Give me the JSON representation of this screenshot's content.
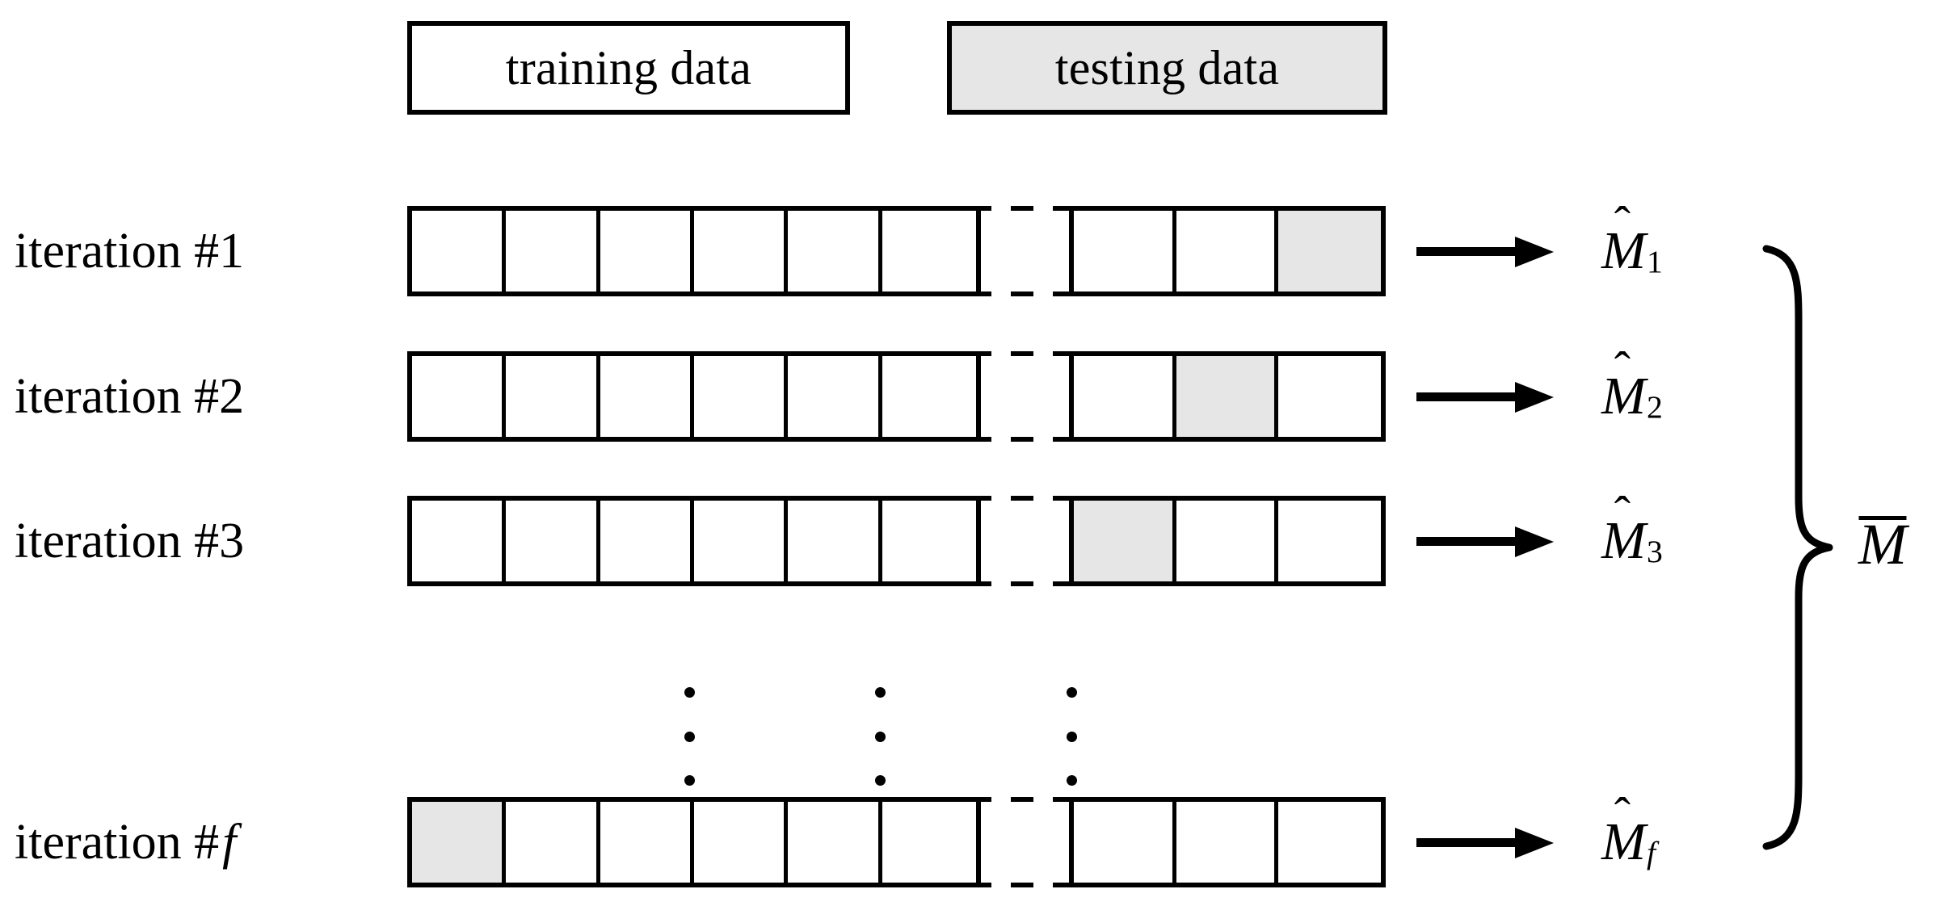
{
  "figure": {
    "title": "k-fold cross-validation schematic",
    "colors": {
      "stroke": "#000000",
      "page_background": "#ffffff",
      "cell_empty": "#ffffff",
      "cell_highlight": "#e6e6e6"
    }
  },
  "legend": {
    "training": {
      "label": "training data",
      "fill": "#ffffff"
    },
    "testing": {
      "label": "testing data",
      "fill": "#e6e6e6"
    }
  },
  "rows": [
    {
      "label_prefix": "iteration #",
      "label_index": "1",
      "label_index_italic": false,
      "left_cells": [
        "empty",
        "empty",
        "empty",
        "empty",
        "empty",
        "empty"
      ],
      "right_cells": [
        "empty",
        "empty",
        "filled"
      ],
      "arrow_icon": "right-arrow-icon",
      "output": {
        "symbol": "M",
        "accent": "hat",
        "subscript": "1",
        "subscript_italic": false
      }
    },
    {
      "label_prefix": "iteration #",
      "label_index": "2",
      "label_index_italic": false,
      "left_cells": [
        "empty",
        "empty",
        "empty",
        "empty",
        "empty",
        "empty"
      ],
      "right_cells": [
        "empty",
        "filled",
        "empty"
      ],
      "arrow_icon": "right-arrow-icon",
      "output": {
        "symbol": "M",
        "accent": "hat",
        "subscript": "2",
        "subscript_italic": false
      }
    },
    {
      "label_prefix": "iteration #",
      "label_index": "3",
      "label_index_italic": false,
      "left_cells": [
        "empty",
        "empty",
        "empty",
        "empty",
        "empty",
        "empty"
      ],
      "right_cells": [
        "filled",
        "empty",
        "empty"
      ],
      "arrow_icon": "right-arrow-icon",
      "output": {
        "symbol": "M",
        "accent": "hat",
        "subscript": "3",
        "subscript_italic": false
      }
    },
    {
      "label_prefix": "iteration #",
      "label_index": "f",
      "label_index_italic": true,
      "left_cells": [
        "filled",
        "empty",
        "empty",
        "empty",
        "empty",
        "empty"
      ],
      "right_cells": [
        "empty",
        "empty",
        "empty"
      ],
      "arrow_icon": "right-arrow-icon",
      "output": {
        "symbol": "M",
        "accent": "hat",
        "subscript": "f",
        "subscript_italic": true
      }
    }
  ],
  "ellipsis": {
    "glyph": "vertical-ellipsis-icon",
    "dot_count": 3,
    "columns": 3
  },
  "aggregate": {
    "brace_icon": "right-curly-brace-icon",
    "symbol": "M",
    "accent": "bar"
  }
}
